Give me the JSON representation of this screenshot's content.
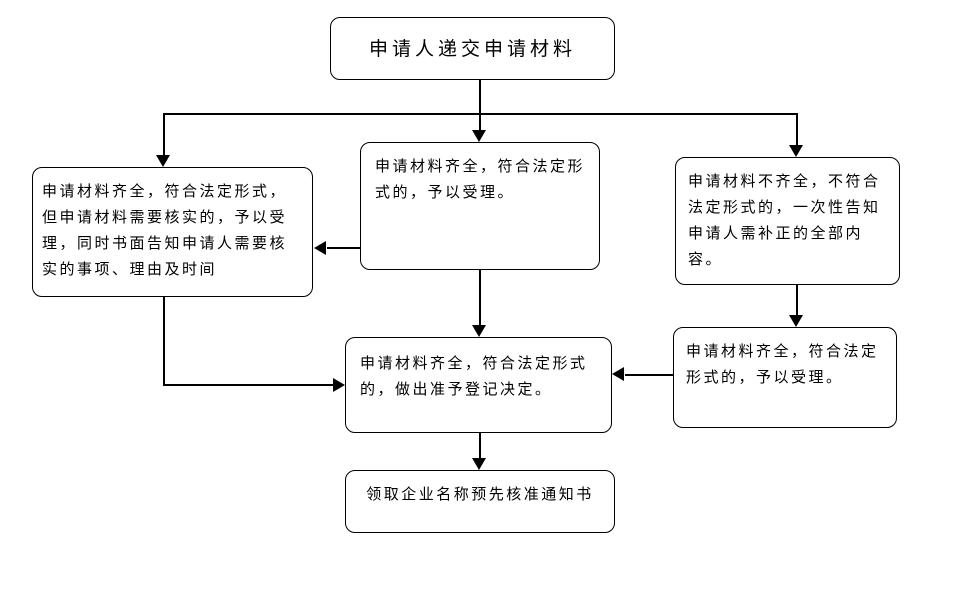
{
  "diagram": {
    "type": "flowchart",
    "nodes": {
      "start": {
        "label": "申请人递交申请材料"
      },
      "verify": {
        "label": "申请材料齐全，符合法定形式，但申请材料需要核实的，予以受理，同时书面告知申请人需要核实的事项、理由及时间"
      },
      "accept_middle": {
        "label": "申请材料齐全，符合法定形式的，予以受理。"
      },
      "incomplete": {
        "label": "申请材料不齐全，不符合法定形式的，一次性告知申请人需补正的全部内容。"
      },
      "accept_right": {
        "label": "申请材料齐全，符合法定形式的，予以受理。"
      },
      "decision": {
        "label": "申请材料齐全，符合法定形式的，做出准予登记决定。"
      },
      "end": {
        "label": "领取企业名称预先核准通知书"
      }
    },
    "edges": [
      {
        "from": "start",
        "to": "verify"
      },
      {
        "from": "start",
        "to": "accept_middle"
      },
      {
        "from": "start",
        "to": "incomplete"
      },
      {
        "from": "accept_middle",
        "to": "verify"
      },
      {
        "from": "verify",
        "to": "decision"
      },
      {
        "from": "accept_middle",
        "to": "decision"
      },
      {
        "from": "incomplete",
        "to": "accept_right"
      },
      {
        "from": "accept_right",
        "to": "decision"
      },
      {
        "from": "decision",
        "to": "end"
      }
    ],
    "colors": {
      "background": "#ffffff",
      "node_fill": "#ffffff",
      "node_border": "#000000",
      "line": "#000000",
      "text": "#000000"
    }
  }
}
